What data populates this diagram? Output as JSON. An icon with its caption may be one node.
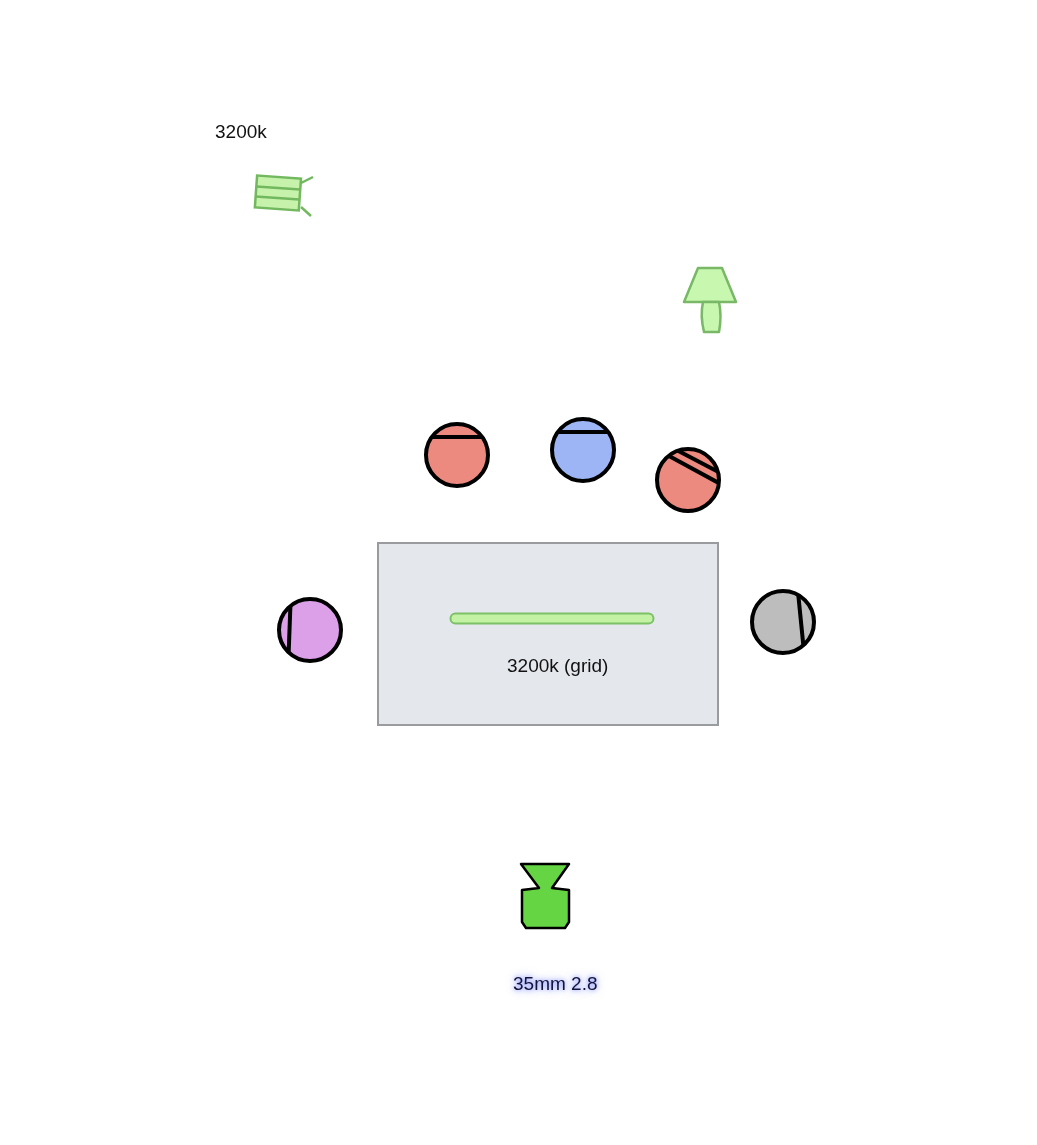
{
  "diagram": {
    "nodes": [
      {
        "text": [
          "3200k (grid)"
        ]
      }
    ],
    "labels": [
      "3200k",
      "35mm 2.8"
    ]
  }
}
